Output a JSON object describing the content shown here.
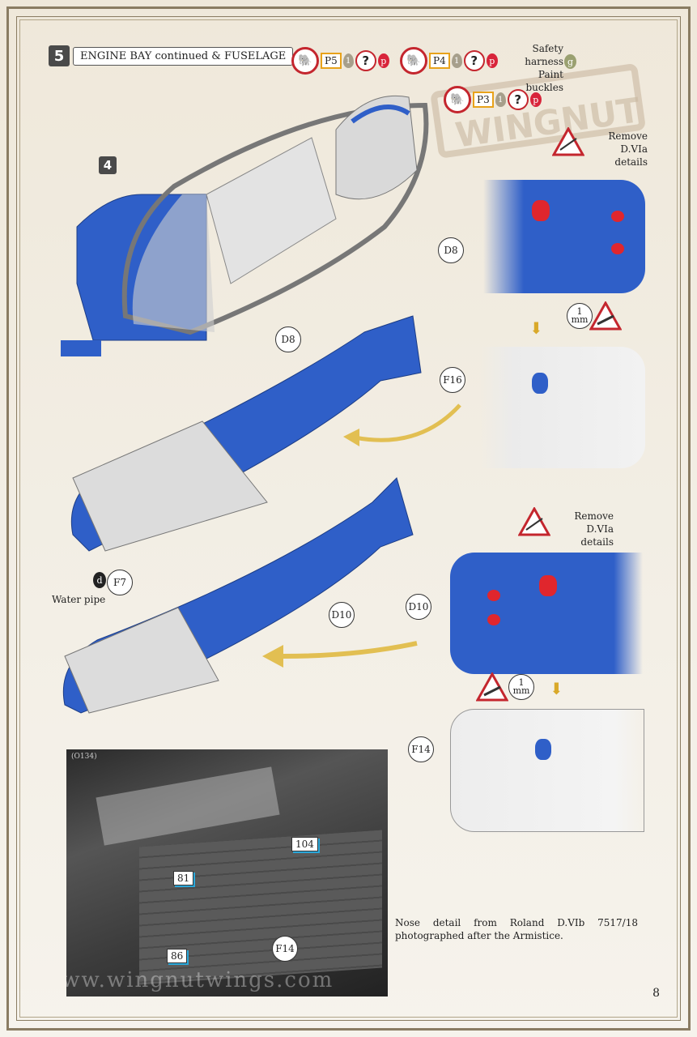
{
  "step": {
    "number": "5",
    "title": "ENGINE BAY continued & FUSELAGE"
  },
  "badge": "4",
  "paint_groups": [
    {
      "part": "P5",
      "drop": "1",
      "help": "?",
      "paint": "p"
    },
    {
      "part": "P4",
      "drop": "1",
      "help": "?",
      "paint": "p"
    },
    {
      "part": "P3",
      "drop": "1",
      "help": "?",
      "paint": "p"
    }
  ],
  "safety_note": {
    "line1": "Safety harness",
    "line2": "Paint buckles",
    "paint": "g"
  },
  "remove_note_top": {
    "line1": "Remove",
    "line2": "D.VIa details"
  },
  "remove_note_mid": {
    "line1": "Remove",
    "line2": "D.VIa details"
  },
  "drill": {
    "size": "1",
    "unit": "mm"
  },
  "callouts": {
    "d8_side": "D8",
    "d8_main": "D8",
    "f16": "F16",
    "f7": "F7",
    "f7_tag": "d",
    "d10_main": "D10",
    "d10_side": "D10",
    "f14_side": "F14",
    "f14_photo": "F14"
  },
  "water_pipe": "Water pipe",
  "watermark": "WINGNUT WINGS",
  "photo": {
    "id": "(O134)",
    "tags": [
      "104",
      "81",
      "86"
    ],
    "url_overlay": "www.wingnutwings.com"
  },
  "caption": "Nose detail from Roland D.VIb 7517/18 photographed after the Armistice.",
  "page_number": "8",
  "colors": {
    "blue": "#2f5fc8",
    "red": "#e0262d",
    "arrow": "#e2bf52",
    "frame": "#8a7c62"
  }
}
